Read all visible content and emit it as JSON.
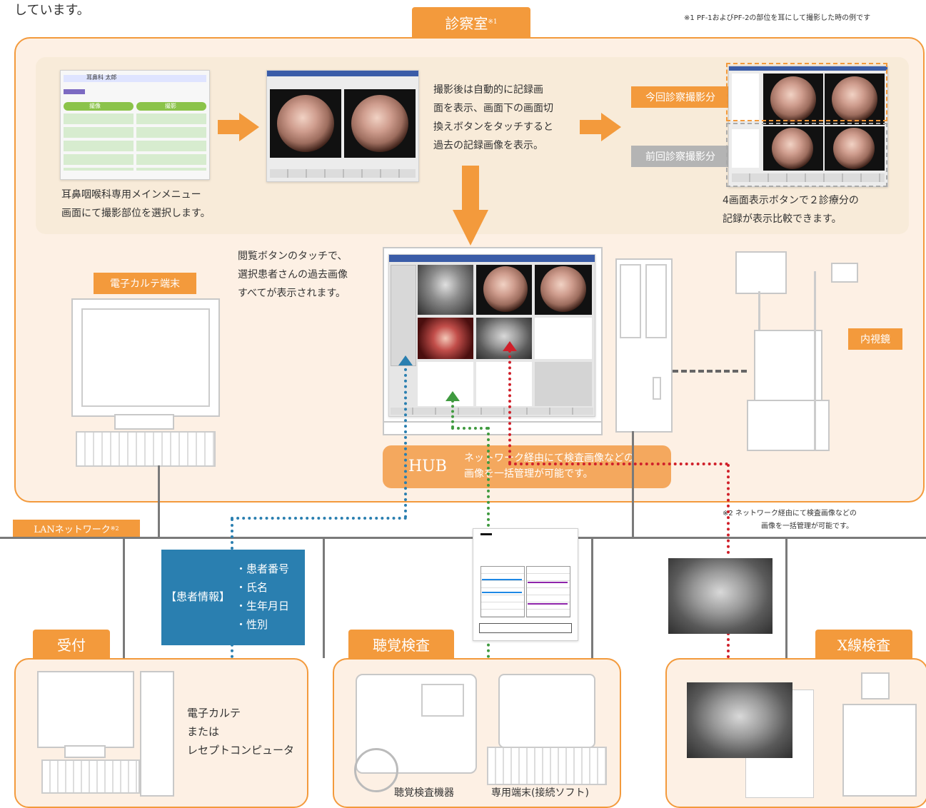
{
  "top_text": "しています。",
  "room_title": "診察室",
  "room_note_mark": "※1",
  "note1": "※1  PF-1およびPF-2の部位を耳にして撮影した時の例です",
  "menu_caption": [
    "耳鼻咽喉科専用メインメニュー",
    "画面にて撮影部位を選択します。"
  ],
  "menu_screen": {
    "name": "耳鼻科  太郎",
    "btn_left": "撮像",
    "btn_right": "撮影"
  },
  "record_caption": [
    "撮影後は自動的に記録画",
    "面を表示、画面下の画面切",
    "換えボタンをタッチすると",
    "過去の記録画像を表示。"
  ],
  "current_label": "今回診察撮影分",
  "previous_label": "前回診察撮影分",
  "compare_caption": [
    "4画面表示ボタンで２診療分の",
    "記録が表示比較できます。"
  ],
  "browse_caption": [
    "閲覧ボタンのタッチで、",
    "選択患者さんの過去画像",
    "すべてが表示されます。"
  ],
  "ehr_terminal_label": "電子カルテ端末",
  "endoscope_label": "内視鏡",
  "hub_label": "HUB",
  "hub_text": [
    "ネットワーク経由にて検査画像などの",
    "画像を一括管理が可能です。"
  ],
  "lan_label": "LANネットワーク",
  "lan_mark": "※2",
  "note2": [
    "※2  ネットワーク経由にて検査画像などの",
    "画像を一括管理が可能です。"
  ],
  "patient_info_title": "【患者情報】",
  "patient_info_items": [
    "・患者番号",
    "・氏名",
    "・生年月日",
    "・性別"
  ],
  "reception_label": "受付",
  "reception_text": [
    "電子カルテ",
    "または",
    "レセプトコンピュータ"
  ],
  "hearing_label": "聴覚検査",
  "hearing_device_label": "聴覚検査機器",
  "hearing_terminal_label": "専用端末(接続ソフト)",
  "xray_label": "X線検査",
  "colors": {
    "orange": "#f39a3c",
    "panel_bg": "#fdf0e4",
    "inner_bg": "#f8ebd9",
    "blue": "#2a7fb0",
    "green": "#3f9a3f",
    "red": "#d0202a",
    "patient_box": "#2a7fb0"
  }
}
